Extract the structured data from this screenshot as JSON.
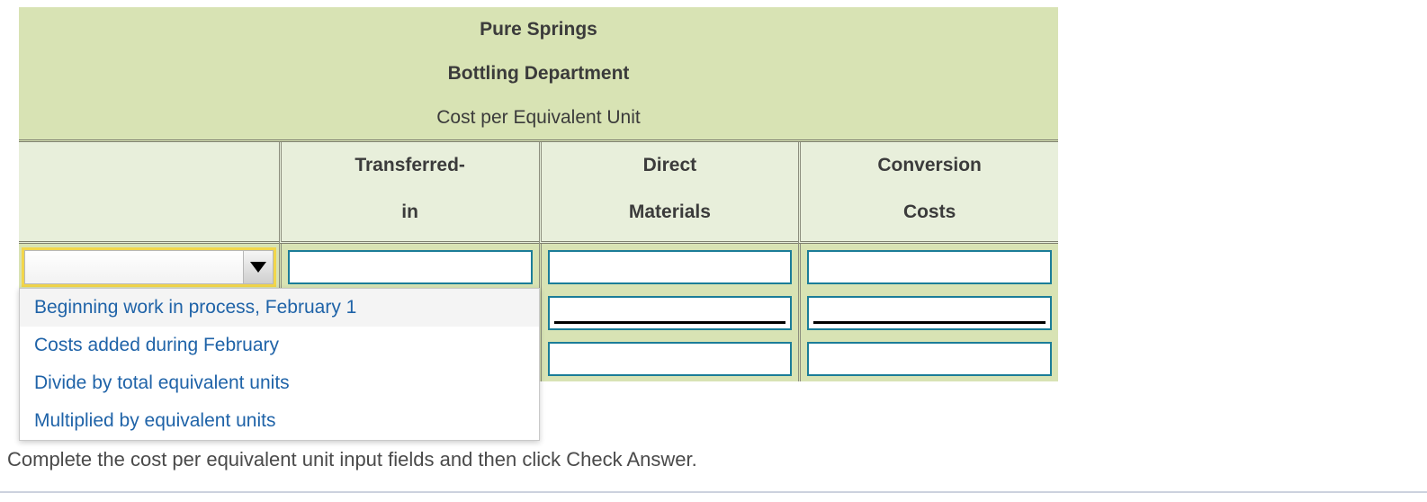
{
  "worksheet": {
    "title_lines": [
      {
        "text": "Pure Springs",
        "bold": true
      },
      {
        "text": "Bottling Department",
        "bold": true
      },
      {
        "text": "Cost per Equivalent Unit",
        "bold": false
      }
    ],
    "columns": [
      {
        "line1": "",
        "line2": ""
      },
      {
        "line1": "Transferred-",
        "line2": "in"
      },
      {
        "line1": "Direct",
        "line2": "Materials"
      },
      {
        "line1": "Conversion",
        "line2": "Costs"
      }
    ],
    "rows": [
      {
        "label_value": "",
        "cells": [
          "",
          "",
          ""
        ],
        "totaled": false
      },
      {
        "label_value": "",
        "cells": [
          "",
          "",
          ""
        ],
        "totaled": true
      },
      {
        "label_value": "",
        "cells": [
          "",
          "",
          ""
        ],
        "totaled": false
      }
    ]
  },
  "select": {
    "value": "",
    "arrow_glyph": "▼",
    "open": true,
    "options": [
      "",
      "Beginning work in process, February 1",
      "Costs added during February",
      "Divide by total equivalent units",
      "Multiplied by equivalent units"
    ],
    "highlighted_index": 1
  },
  "instruction": {
    "text": "Complete the cost per equivalent unit input fields and then click Check Answer."
  },
  "colors": {
    "header_green": "#d8e3b4",
    "subheader_green": "#e8efdb",
    "input_border_teal": "#1b7d98",
    "focus_yellow": "#f2d64b",
    "option_blue": "#1f63a8",
    "border_gray": "#8c8e7e"
  }
}
